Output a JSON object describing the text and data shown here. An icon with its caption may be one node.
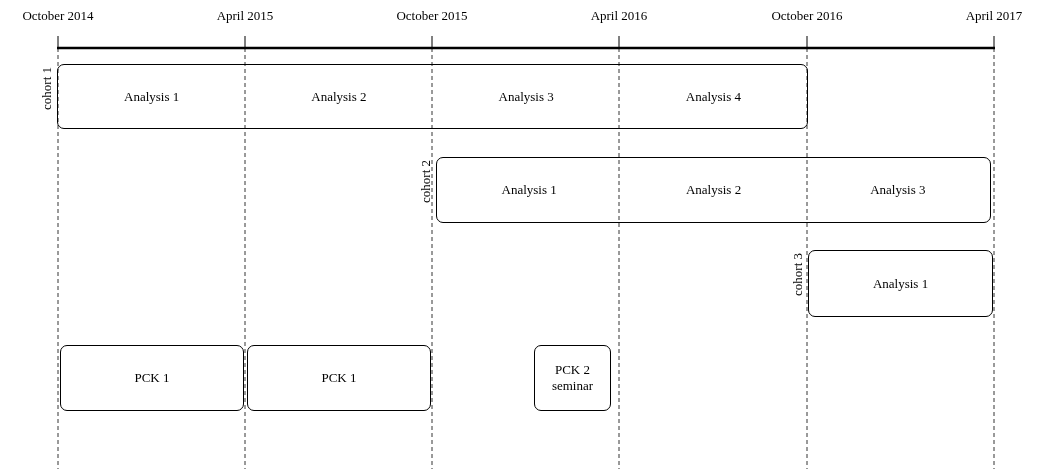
{
  "diagram": {
    "nodes": [
      {
        "text": [
          "cohort 1",
          "Analysis 1",
          "Analysis 2",
          "Analysis 3",
          "Analysis 4"
        ]
      },
      {
        "text": [
          "cohort 2",
          "Analysis 1",
          "Analysis 2",
          "Analysis 3"
        ]
      },
      {
        "text": [
          "cohort 3",
          "Analysis 1"
        ]
      },
      {
        "text": [
          "PCK 1"
        ]
      },
      {
        "text": [
          "PCK 1"
        ]
      },
      {
        "text": [
          "PCK 2 seminar"
        ]
      }
    ],
    "labels": [
      "October 2014",
      "April 2015",
      "October 2015",
      "April 2016",
      "October 2016",
      "April 2017"
    ]
  }
}
